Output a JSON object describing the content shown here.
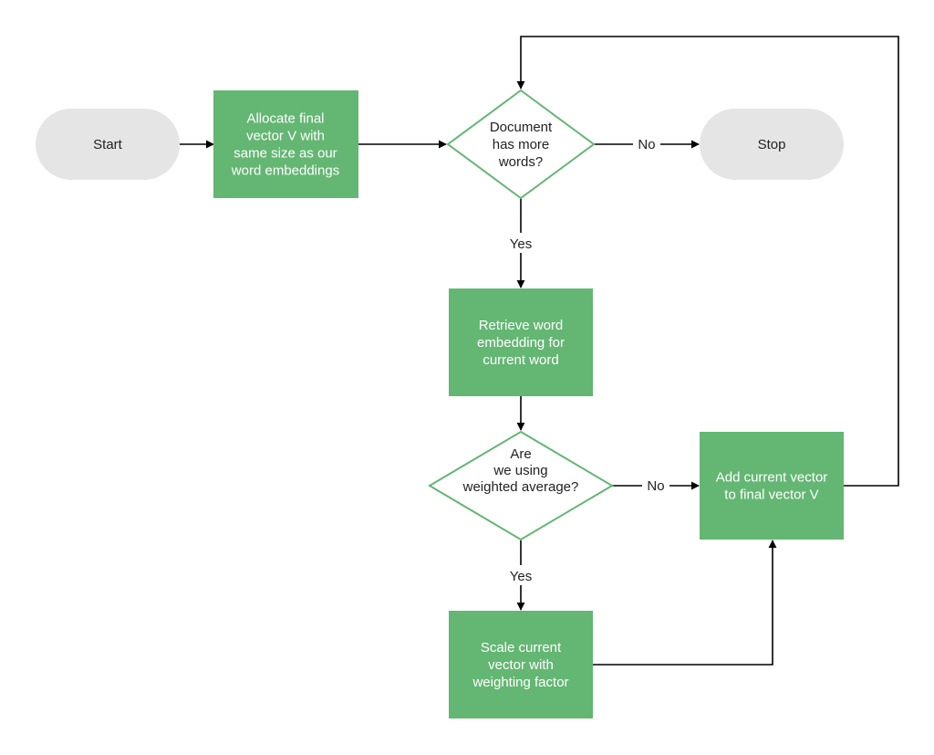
{
  "diagram": {
    "nodes": {
      "start": {
        "lines": [
          "Start"
        ]
      },
      "allocate": {
        "lines": [
          "Allocate final",
          "vector V with",
          "same size as our",
          "word embeddings"
        ]
      },
      "more_words": {
        "lines": [
          "Document",
          "has more",
          "words?"
        ]
      },
      "stop": {
        "lines": [
          "Stop"
        ]
      },
      "retrieve": {
        "lines": [
          "Retrieve word",
          "embedding for",
          "current word"
        ]
      },
      "weighted": {
        "lines": [
          "Are",
          "we using",
          "weighted average?"
        ]
      },
      "add": {
        "lines": [
          "Add current vector",
          "to final vector V"
        ]
      },
      "scale": {
        "lines": [
          "Scale current",
          "vector with",
          "weighting factor"
        ]
      }
    },
    "edges": {
      "more_no": "No",
      "more_yes": "Yes",
      "weighted_no": "No",
      "weighted_yes": "Yes"
    },
    "colors": {
      "process_fill": "#64b673",
      "terminal_fill": "#e5e5e5",
      "decision_stroke": "#64b673",
      "line": "#000000"
    }
  }
}
